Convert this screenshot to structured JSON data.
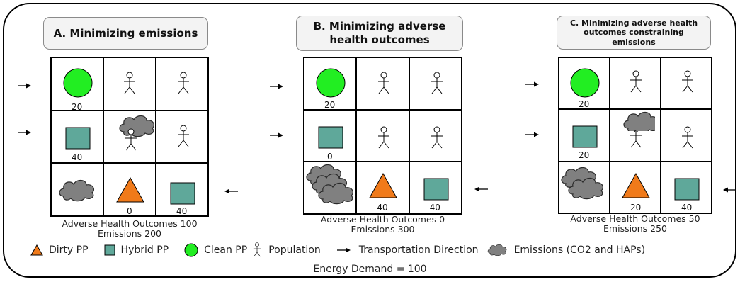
{
  "panels": {
    "a": {
      "title": "A. Minimizing emissions",
      "values": [
        "20",
        "40",
        "0",
        "40"
      ],
      "outcomes": "Adverse Health Outcomes 100",
      "emissions": "Emissions 200"
    },
    "b": {
      "title": "B. Minimizing adverse health outcomes",
      "values": [
        "20",
        "0",
        "40",
        "40"
      ],
      "outcomes": "Adverse Health Outcomes 0",
      "emissions": "Emissions 300"
    },
    "c": {
      "title": "C. Minimizing adverse health outcomes constraining emissions",
      "values": [
        "20",
        "20",
        "20",
        "40"
      ],
      "outcomes": "Adverse Health Outcomes 50",
      "emissions": "Emissions 250"
    }
  },
  "legend": {
    "dirty": "Dirty PP",
    "hybrid": "Hybrid PP",
    "clean": "Clean PP",
    "population": "Population",
    "transport": "Transportation Direction",
    "emissions": "Emissions (CO2 and HAPs)"
  },
  "energy_demand": "Energy Demand = 100",
  "colors": {
    "clean": "#22ee22",
    "hybrid": "#5fa89a",
    "dirty": "#f07a1a",
    "cloud": "#808080"
  },
  "icons": [
    "clean-pp-circle",
    "hybrid-pp-square",
    "dirty-pp-triangle",
    "population-stick-figure",
    "emissions-cloud",
    "arrow-right",
    "arrow-left"
  ]
}
